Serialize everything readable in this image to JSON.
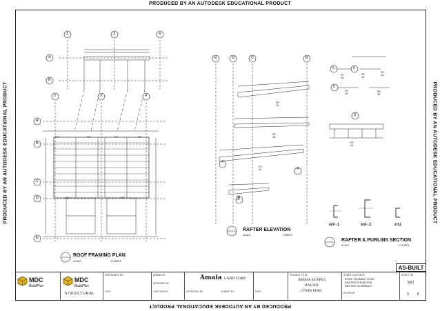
{
  "watermark": "PRODUCED BY AN AUTODESK EDUCATIONAL PRODUCT",
  "stamp": "AS-BUILT",
  "views": {
    "roof_framing_plan": {
      "title": "ROOF FRAMING PLAN",
      "scale": "SCALE",
      "scale_value": "1:100MTS"
    },
    "rafter_elevation": {
      "title": "RAFTER ELEVATION",
      "scale": "SCALE",
      "scale_value": "1:50MTS"
    },
    "rafter_purlins_section": {
      "title": "RAFTER & PURLINS SECTION",
      "scale": "SCALE",
      "scale_value": "1:10 MTS"
    }
  },
  "grid_labels": {
    "plan_cols": [
      "2",
      "3",
      "4"
    ],
    "plan_rows": [
      "A",
      "B",
      "C",
      "D",
      "E"
    ],
    "elev_cols": [
      "E",
      "D",
      "C",
      "B"
    ],
    "section_marks": [
      "3",
      "4",
      "5",
      "6"
    ]
  },
  "rafters": [
    "RF-1A",
    "RF-1B",
    "RF-2A",
    "RF-2B"
  ],
  "details": {
    "sections": [
      "RF-1",
      "RF-2",
      "FN"
    ],
    "detail_tags": [
      "RF-1A",
      "RF-1B",
      "RF-2A",
      "RF-1B",
      "RF-2A",
      "RF-2B"
    ]
  },
  "purlin_label": "FN",
  "title_block": {
    "brand_left": "MDC",
    "brand_left_sub": "BuildPlus",
    "brand_right": "MDC",
    "brand_right_sub": "BuildPlus",
    "brand_right_tag": "STRUCTURAL",
    "client_logo": "Amaia",
    "client_name": "LAND CORP",
    "project_name": "AMAIA SCAPES,",
    "project_location": "BAUAN",
    "project_type": "(TWIN POD)",
    "sheet_title_1": "ROOF FRAMING PLAN",
    "sheet_title_2": "RAFTER ELEVATION",
    "sheet_title_3": "RAFTER SCHEDULE",
    "sheet_no": "S02",
    "sheet_of_a": "3",
    "sheet_of_b": "8",
    "labels": {
      "reference": "REFERENCE NO.",
      "drawn_by": "DRAWN BY",
      "designed_by": "DESIGNED BY",
      "checked_by": "CHECKED BY",
      "approved_by": "APPROVED BY",
      "submitted": "SUBMITTED",
      "date": "DATE",
      "project": "PROJECT TITLE",
      "sheet_content": "SHEET CONTENTS",
      "sheet_label": "SHEET NO.",
      "revision": "REVISION"
    }
  }
}
